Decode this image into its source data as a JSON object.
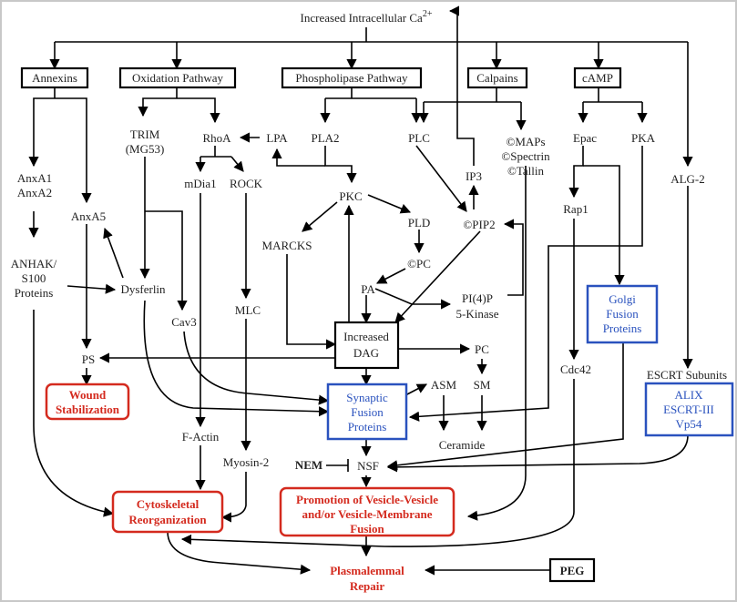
{
  "diagram": {
    "top_node": {
      "text": "Increased Intracellular Ca",
      "sup": "2+"
    },
    "pathways": {
      "annexins": "Annexins",
      "oxidation": "Oxidation Pathway",
      "phospholipase": "Phospholipase Pathway",
      "calpains": "Calpains",
      "camp": "cAMP"
    },
    "nodes": {
      "trim": [
        "TRIM",
        "(MG53)"
      ],
      "rhoa": "RhoA",
      "lpa": "LPA",
      "pla2": "PLA2",
      "plc": "PLC",
      "maps": [
        "©MAPs",
        "©Spectrin",
        "©Tallin"
      ],
      "epac": "Epac",
      "pka": "PKA",
      "anxa1": [
        "AnxA1",
        "AnxA2"
      ],
      "anxa5": "AnxA5",
      "mdia1": "mDia1",
      "rock": "ROCK",
      "pkc": "PKC",
      "ip3": "IP3",
      "rap1": "Rap1",
      "alg2": "ALG-2",
      "pld": "PLD",
      "marcks": "MARCKS",
      "pip2": "©PIP2",
      "pc_cleaved": "©PC",
      "anhak": [
        "ANHAK/",
        "S100",
        "Proteins"
      ],
      "dysferlin": "Dysferlin",
      "pa": "PA",
      "pi4p": [
        "PI(4)P",
        "5-Kinase"
      ],
      "cav3": "Cav3",
      "mlc": "MLC",
      "dag": [
        "Increased",
        "DAG"
      ],
      "pc": "PC",
      "ps": "PS",
      "cdc42": "Cdc42",
      "escrt_subunits": "ESCRT Subunits",
      "asm": "ASM",
      "sm": "SM",
      "factin": "F-Actin",
      "ceramide": "Ceramide",
      "myosin2": "Myosin-2",
      "nem": "NEM",
      "nsf": "NSF"
    },
    "blue_boxes": {
      "golgi": [
        "Golgi",
        "Fusion",
        "Proteins"
      ],
      "synaptic": [
        "Synaptic",
        "Fusion",
        "Proteins"
      ],
      "escrt": [
        "ALIX",
        "ESCRT-III",
        "Vp54"
      ]
    },
    "outcomes": {
      "wound": [
        "Wound",
        "Stabilization"
      ],
      "cytoskeletal": [
        "Cytoskeletal",
        "Reorganization"
      ],
      "promotion": [
        "Promotion of Vesicle-Vesicle",
        "and/or Vesicle-Membrane",
        "Fusion"
      ],
      "repair": [
        "Plasmalemmal",
        "Repair"
      ]
    },
    "peg": "PEG",
    "colors": {
      "line": "#000000",
      "outcome": "#d42a1e",
      "protein_box": "#2a52be"
    }
  }
}
